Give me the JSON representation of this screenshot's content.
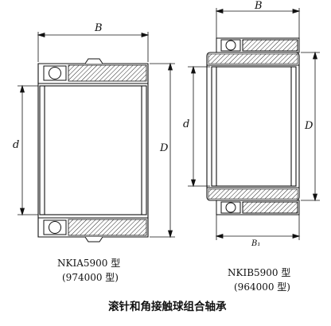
{
  "left_drawing": {
    "dim_width": "B",
    "dim_outer": "D",
    "dim_inner": "d",
    "model": "NKIA5900 型",
    "series": "(974000 型)"
  },
  "right_drawing": {
    "dim_width": "B",
    "dim_width_inner": "B₁",
    "dim_outer": "D",
    "dim_inner": "d",
    "model": "NKIB5900 型",
    "series": "(964000 型)"
  },
  "caption": "滚针和角接触球组合轴承"
}
